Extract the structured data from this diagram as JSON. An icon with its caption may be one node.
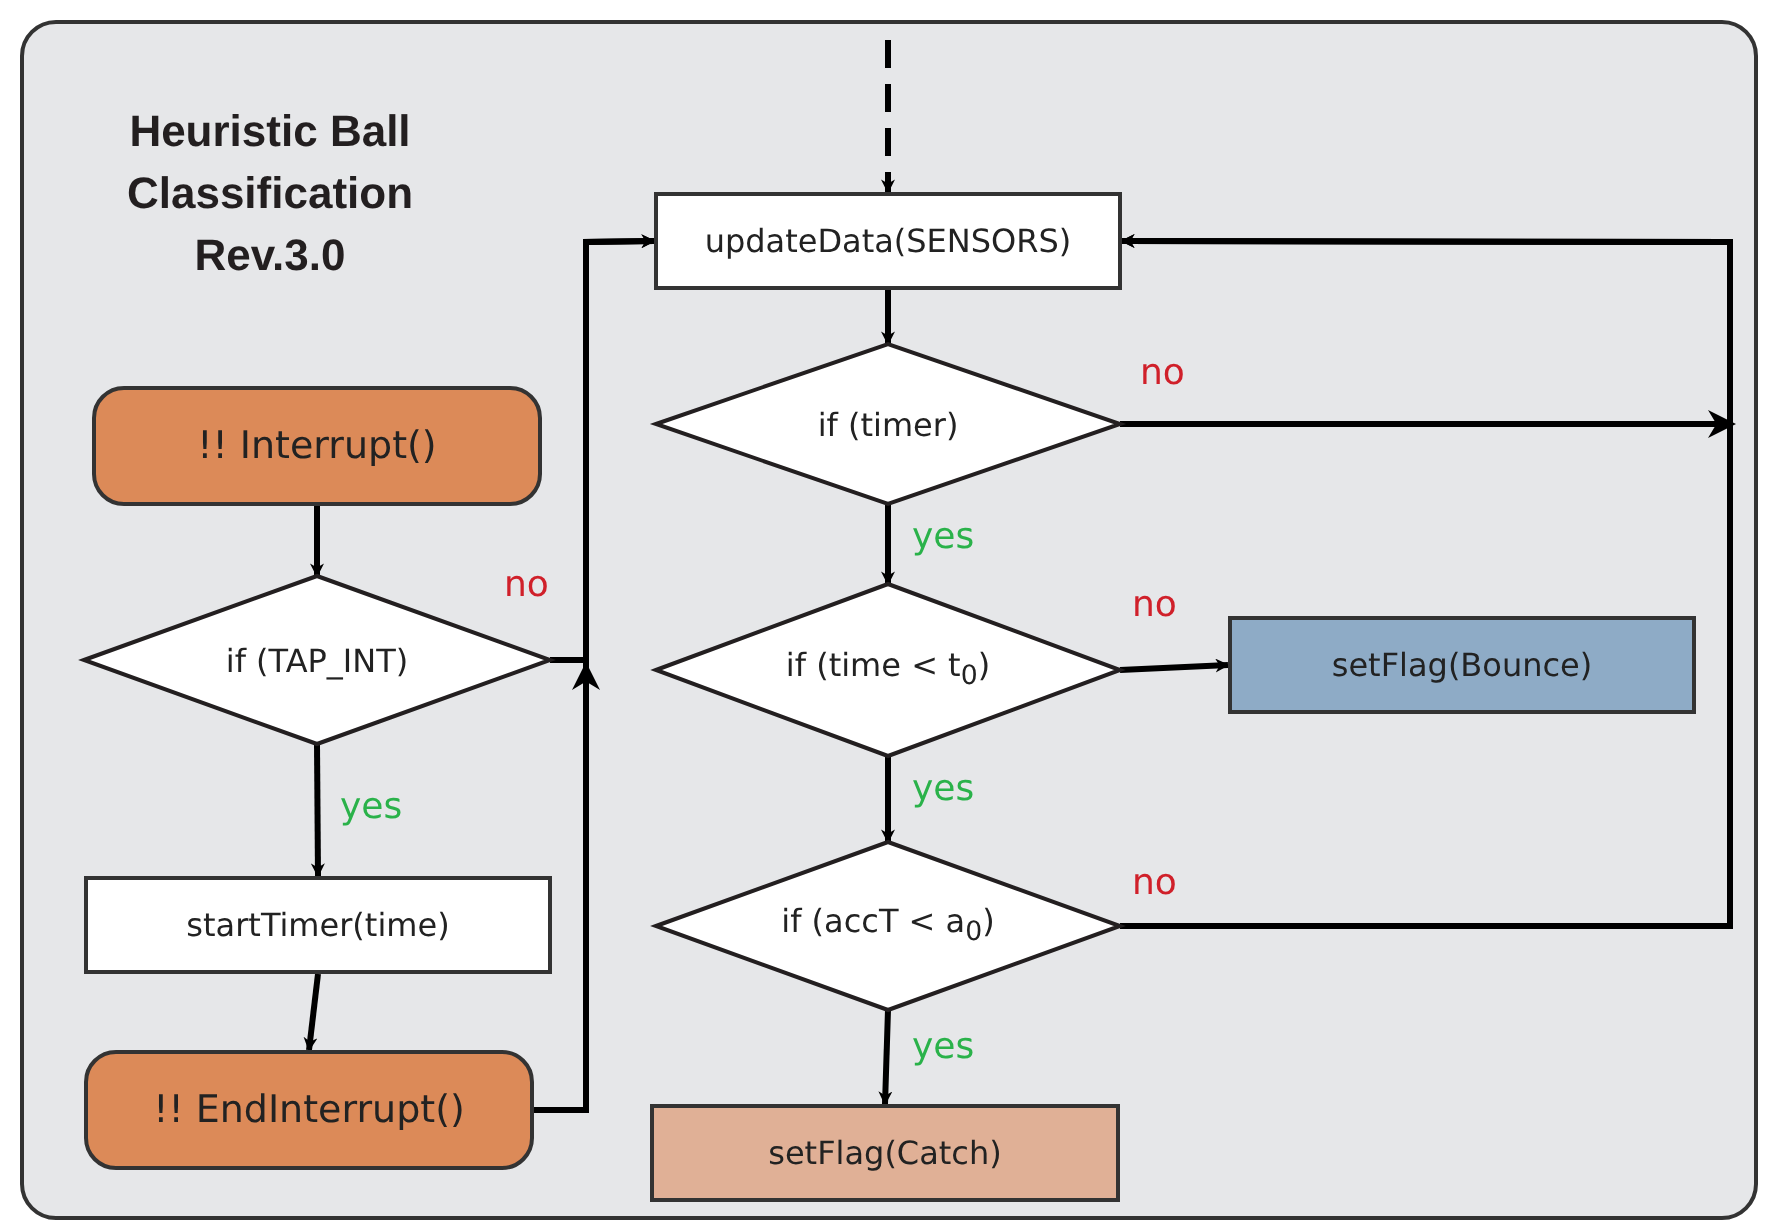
{
  "diagram": {
    "title": "Heuristic Ball Classification Rev.3.0",
    "nodes": [
      {
        "text": [
          "!! Interrupt()"
        ]
      },
      {
        "text": [
          "if (TAP_INT)"
        ]
      },
      {
        "text": [
          "startTimer(time)"
        ]
      },
      {
        "text": [
          "!! EndInterrupt()"
        ]
      },
      {
        "text": [
          "updateData(SENSORS)"
        ]
      },
      {
        "text": [
          "if (timer)"
        ]
      },
      {
        "text": [
          "if (time < t$_{0}$)"
        ]
      },
      {
        "text": [
          "setFlag(Bounce)"
        ]
      },
      {
        "text": [
          "if (accT < a$_{0}$)"
        ]
      },
      {
        "text": [
          "setFlag(Catch)"
        ]
      }
    ],
    "edges": [
      {
        "from": null,
        "to": 4,
        "arrow": "to",
        "style": "dashed"
      },
      {
        "from": 0,
        "to": 1,
        "arrow": "to"
      },
      {
        "from": 1,
        "to": 2,
        "arrow": "to",
        "label": "yes"
      },
      {
        "from": 2,
        "to": 3,
        "arrow": "to"
      },
      {
        "from": 1,
        "to": 4,
        "arrow": "to",
        "label": "no"
      },
      {
        "from": 3,
        "to": 4,
        "arrow": "to"
      },
      {
        "from": 4,
        "to": 5,
        "arrow": "to"
      },
      {
        "from": 5,
        "to": 6,
        "arrow": "to",
        "label": "yes"
      },
      {
        "from": 5,
        "to": 4,
        "arrow": "to",
        "label": "no"
      },
      {
        "from": 6,
        "to": 7,
        "arrow": "to",
        "label": "no"
      },
      {
        "from": 6,
        "to": 8,
        "arrow": "to",
        "label": "yes"
      },
      {
        "from": 8,
        "to": 9,
        "arrow": "to",
        "label": "yes"
      },
      {
        "from": 8,
        "to": 4,
        "arrow": "to",
        "label": "no"
      }
    ]
  }
}
